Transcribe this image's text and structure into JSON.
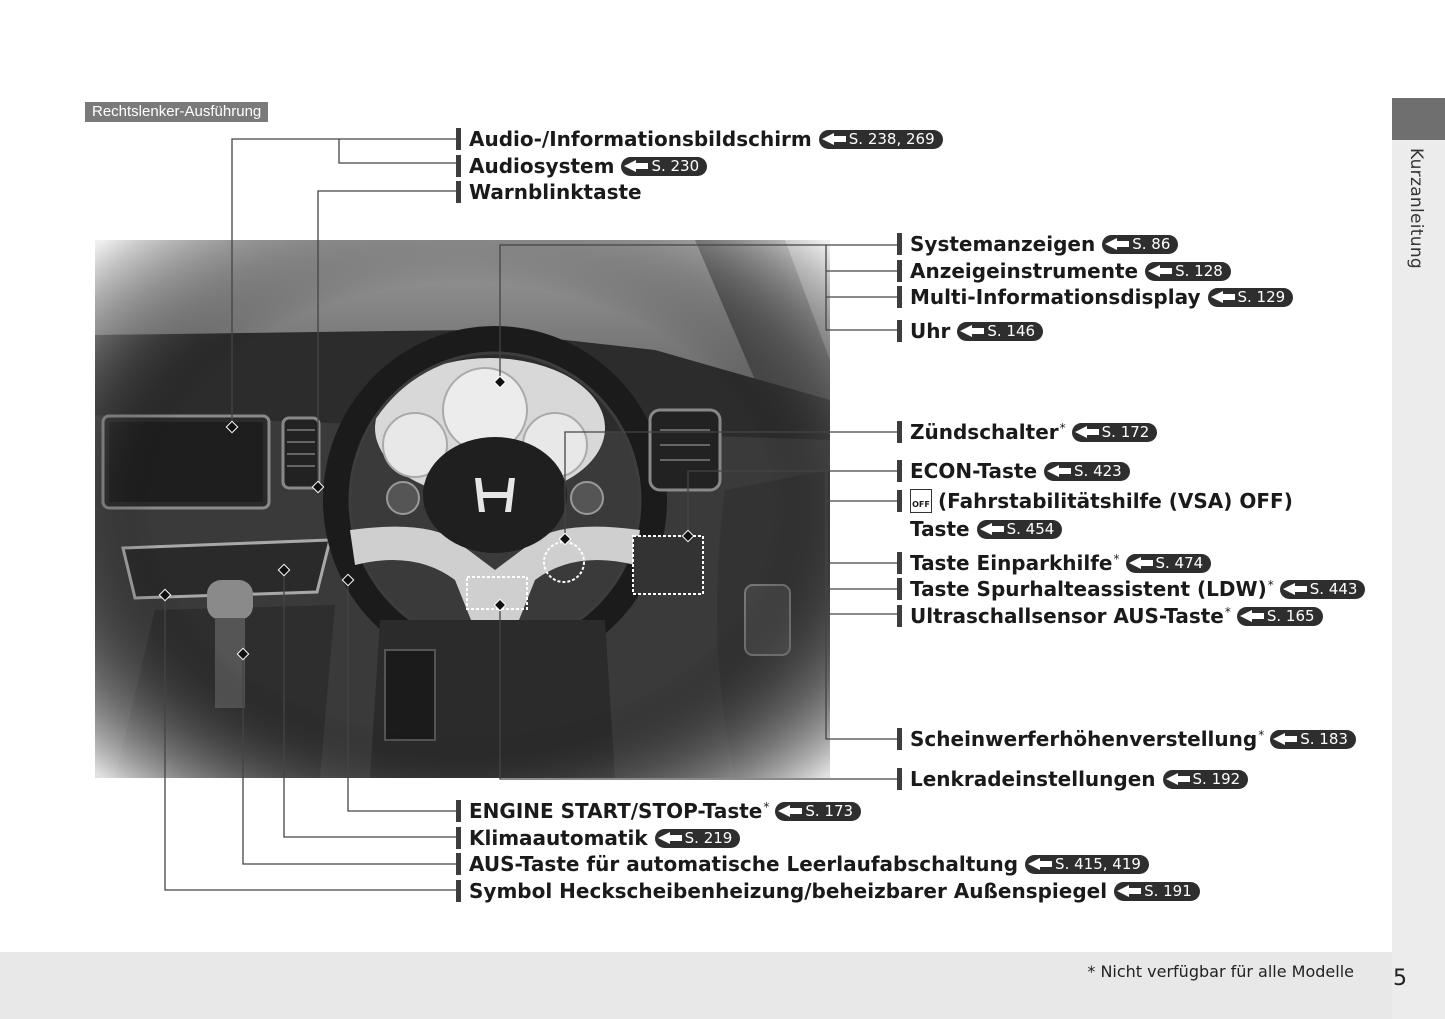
{
  "variant_label": "Rechtslenker-Ausführung",
  "side_tab_label": "Kurzanleitung",
  "footnote": "* Nicht verfügbar für alle Modelle",
  "page_number": "5",
  "ref_icon": "arrow-ref-icon",
  "callouts": {
    "audio_info_screen": {
      "label": "Audio-/Informationsbildschirm",
      "ref": "S. 238, 269"
    },
    "audio_system": {
      "label": "Audiosystem",
      "ref": "S. 230"
    },
    "hazard_button": {
      "label": "Warnblinktaste"
    },
    "system_indicators": {
      "label": "Systemanzeigen",
      "ref": "S. 86"
    },
    "gauges": {
      "label": "Anzeigeinstrumente",
      "ref": "S. 128"
    },
    "multi_info_display": {
      "label": "Multi-Informationsdisplay",
      "ref": "S. 129"
    },
    "clock": {
      "label": "Uhr",
      "ref": "S. 146"
    },
    "ignition_switch": {
      "label": "Zündschalter",
      "star": "*",
      "ref": "S. 172"
    },
    "econ_button": {
      "label": "ECON-Taste",
      "ref": "S. 423"
    },
    "vsa_off": {
      "label": "(Fahrstabilitätshilfe (VSA) OFF)",
      "label2": "Taste",
      "ref": "S. 454",
      "icon_text": "OFF"
    },
    "parking_sensor_button": {
      "label": "Taste Einparkhilfe",
      "star": "*",
      "ref": "S. 474"
    },
    "ldw_button": {
      "label": "Taste Spurhalteassistent (LDW)",
      "star": "*",
      "ref": "S. 443"
    },
    "ultrasonic_off": {
      "label": "Ultraschallsensor AUS-Taste",
      "star": "*",
      "ref": "S. 165"
    },
    "headlight_leveling": {
      "label": "Scheinwerferhöhenverstellung",
      "star": "*",
      "ref": "S. 183"
    },
    "steering_adjust": {
      "label": "Lenkradeinstellungen",
      "ref": "S. 192"
    },
    "engine_start_stop": {
      "label": "ENGINE START/STOP-Taste",
      "star": "*",
      "ref": "S. 173"
    },
    "climate_control": {
      "label": "Klimaautomatik",
      "ref": "S. 219"
    },
    "idle_stop_off": {
      "label": "AUS-Taste für automatische Leerlaufabschaltung",
      "ref": "S. 415, 419"
    },
    "rear_defrost": {
      "label": "Symbol Heckscheibenheizung/beheizbarer Außenspiegel",
      "ref": "S. 191"
    }
  },
  "colors": {
    "tab": "#6f6f6f",
    "badge": "#2e2e2e",
    "footer": "#e8e8e8"
  }
}
